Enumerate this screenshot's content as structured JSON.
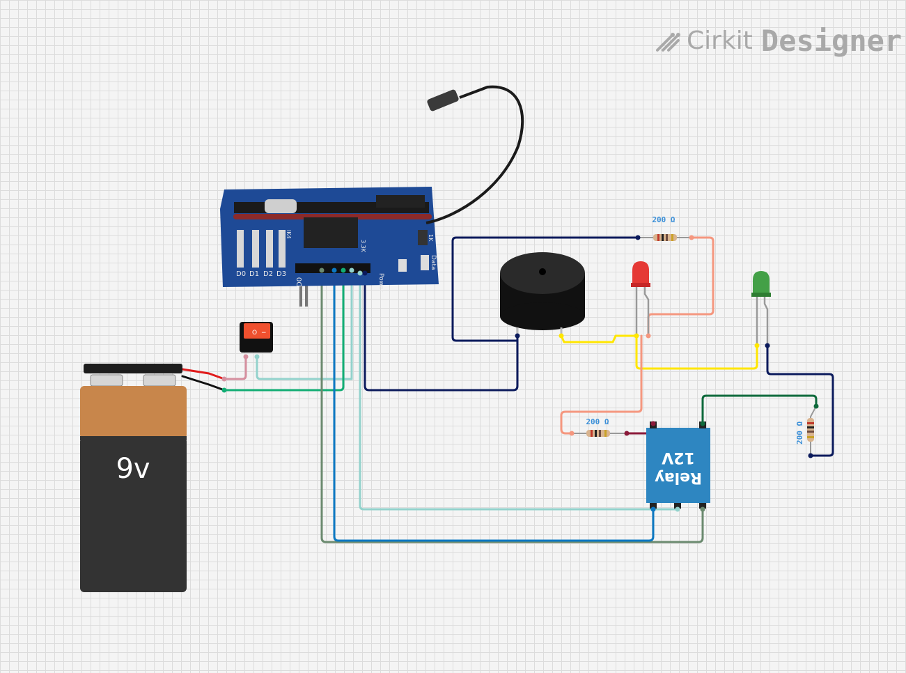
{
  "brand": {
    "name_light": "Cirkit",
    "name_bold": "Designer",
    "logo": "cirkit-logo-icon"
  },
  "components": {
    "battery": {
      "label": "9v",
      "colors": {
        "top": "#c8864b",
        "body": "#333333"
      }
    },
    "receiver_module": {
      "led_labels": [
        "D0",
        "D1",
        "D2",
        "D3"
      ],
      "pin_label_d0": "D0",
      "side_labels": [
        "Power",
        "Data",
        "1K",
        "3.3K",
        "IK4"
      ],
      "board_color": "#1e4a96"
    },
    "relay": {
      "label_line1": "Relay",
      "label_line2": "12V",
      "color": "#2e86c1"
    },
    "resistors": [
      {
        "id": "r1",
        "label": "200 Ω"
      },
      {
        "id": "r2",
        "label": "200 Ω"
      },
      {
        "id": "r3",
        "label": "200 Ω"
      }
    ],
    "leds": [
      {
        "id": "red-led",
        "color": "#e53935"
      },
      {
        "id": "green-led",
        "color": "#43a047"
      }
    ]
  },
  "wire_colors": {
    "navy": "#0b1a5c",
    "salmon": "#f5977f",
    "yellow": "#ffe600",
    "green": "#12ad74",
    "teal": "#93d2cc",
    "blue": "#0c78c2",
    "olive": "#6b8a6f",
    "pink": "#d58f9f",
    "darkgreen": "#0f6a3c",
    "maroon": "#8b1a3a",
    "red": "#e01b1b",
    "black": "#111111"
  }
}
